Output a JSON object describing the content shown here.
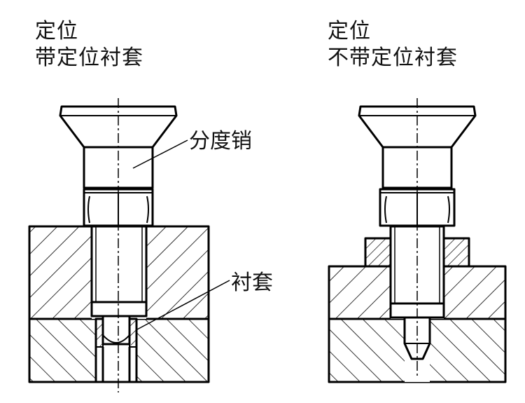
{
  "left": {
    "line1": "定位",
    "line2": "带定位衬套"
  },
  "right": {
    "line1": "定位",
    "line2": "不带定位衬套"
  },
  "labels": {
    "index_pin": "分度销",
    "bushing": "衬套"
  }
}
